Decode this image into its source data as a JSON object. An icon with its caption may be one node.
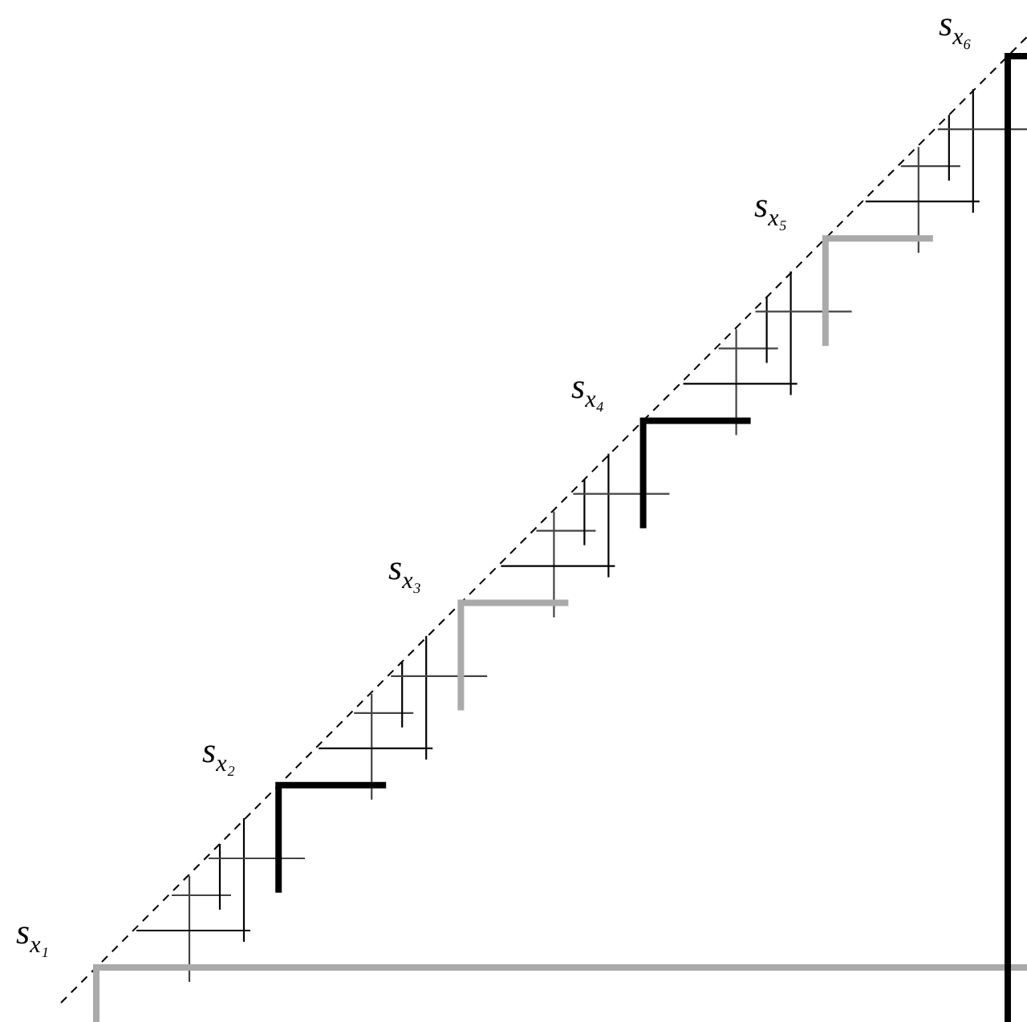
{
  "diagram": {
    "labels": [
      "s$_{x₁}$",
      "s$_{x₂}$",
      "s$_{x₃}$",
      "s$_{x₄}$",
      "s$_{x₅}$",
      "s$_{x₆}$"
    ]
  }
}
